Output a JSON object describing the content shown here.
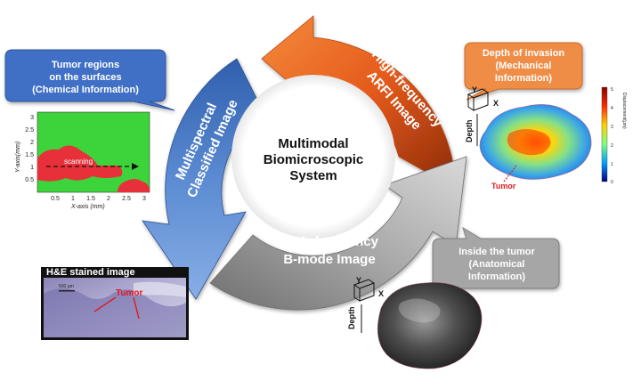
{
  "center": {
    "line1": "Multimodal",
    "line2": "Biomicroscopic",
    "line3": "System"
  },
  "arrows": {
    "multispectral": {
      "line1": "Multispectral",
      "line2": "Classified Image"
    },
    "arfi": {
      "line1": "High-frequency",
      "line2": "ARFI Image"
    },
    "bmode": {
      "line1": "High-frequency",
      "line2": "B-mode Image"
    }
  },
  "callouts": {
    "tumor_regions": {
      "line1": "Tumor regions",
      "line2": "on the surfaces",
      "line3": "(Chemical  Information)"
    },
    "depth_invasion": {
      "line1": "Depth of invasion",
      "line2": "(Mechanical",
      "line3": "Information)"
    },
    "inside_tumor": {
      "line1": "Inside  the tumor",
      "line2": "(Anatomical",
      "line3": "Information)"
    }
  },
  "scan_plot": {
    "ylabel": "Y-axis(mm)",
    "xlabel": "X-axis (mm)",
    "xticks": [
      "0.5",
      "1",
      "1.5",
      "2",
      "2.5",
      "3"
    ],
    "yticks": [
      "3",
      "2.5",
      "2",
      "1.5",
      "1",
      "0.5"
    ],
    "scanning_label": "scanning"
  },
  "he_image": {
    "title": "H&E stained image",
    "tumor_label": "Tumor",
    "scale_label": "500 µm"
  },
  "arfi_volume": {
    "axis_y": "Y",
    "axis_x": "X",
    "depth_label": "Depth",
    "tumor_label": "Tumor",
    "colorbar_ticks": [
      "5",
      "4",
      "3",
      "2",
      "1",
      "0"
    ],
    "colorbar_label": "Displacement(µm)"
  },
  "bmode_volume": {
    "axis_y": "Y",
    "axis_x": "X",
    "depth_label": "Depth"
  },
  "colors": {
    "orange": "#e0581c",
    "blue": "#4f7dc4",
    "gray": "#9a9a9a",
    "plot_green": "#3cd43a",
    "plot_red": "#e8303a"
  }
}
